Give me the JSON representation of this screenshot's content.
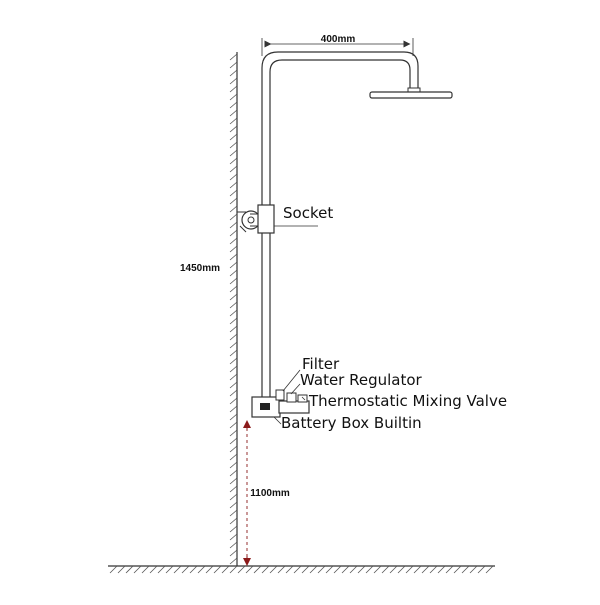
{
  "dimensions": {
    "arm_width": "400mm",
    "total_height": "1450mm",
    "mount_height": "1100mm"
  },
  "labels": {
    "socket": "Socket",
    "filter": "Filter",
    "water_regulator": "Water Regulator",
    "thermostatic_mixing_valve": "Thermostatic Mixing Valve",
    "battery_box": "Battery Box Builtin"
  },
  "colors": {
    "line": "#333333",
    "dimension_arrow": "#8b1a1a",
    "hatch": "#555555"
  }
}
